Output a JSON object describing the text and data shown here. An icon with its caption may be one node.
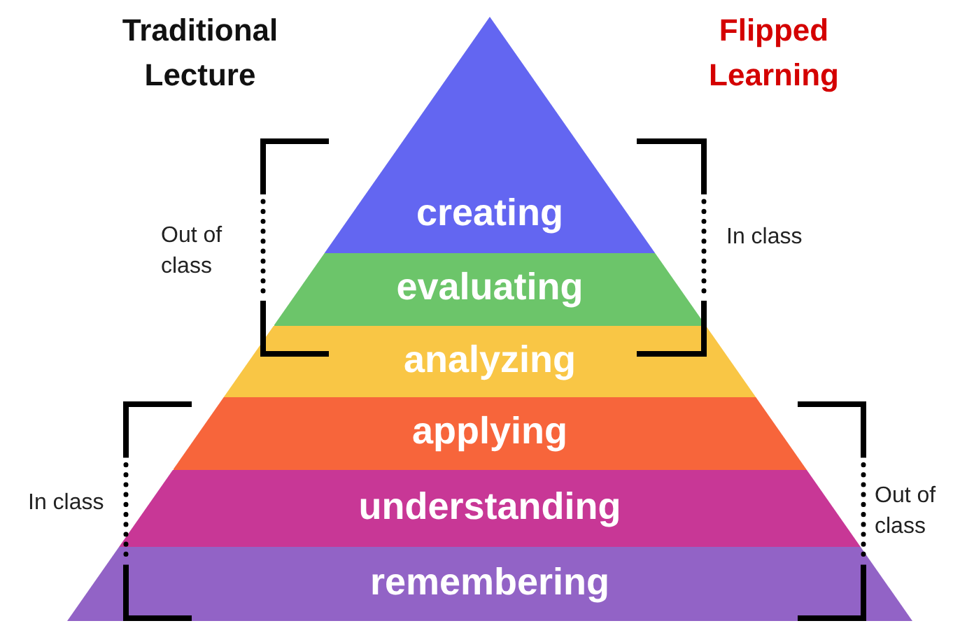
{
  "diagram": {
    "nodes": [
      {
        "text": [
          "creating"
        ]
      },
      {
        "text": [
          "evaluating"
        ]
      },
      {
        "text": [
          "analyzing"
        ]
      },
      {
        "text": [
          "applying"
        ]
      },
      {
        "text": [
          "understanding"
        ]
      },
      {
        "text": [
          "remembering"
        ]
      }
    ],
    "edges": [],
    "labels": [
      "Traditional Lecture",
      "Flipped Learning",
      "Out of class",
      "In class",
      "In class",
      "Out of class"
    ]
  }
}
